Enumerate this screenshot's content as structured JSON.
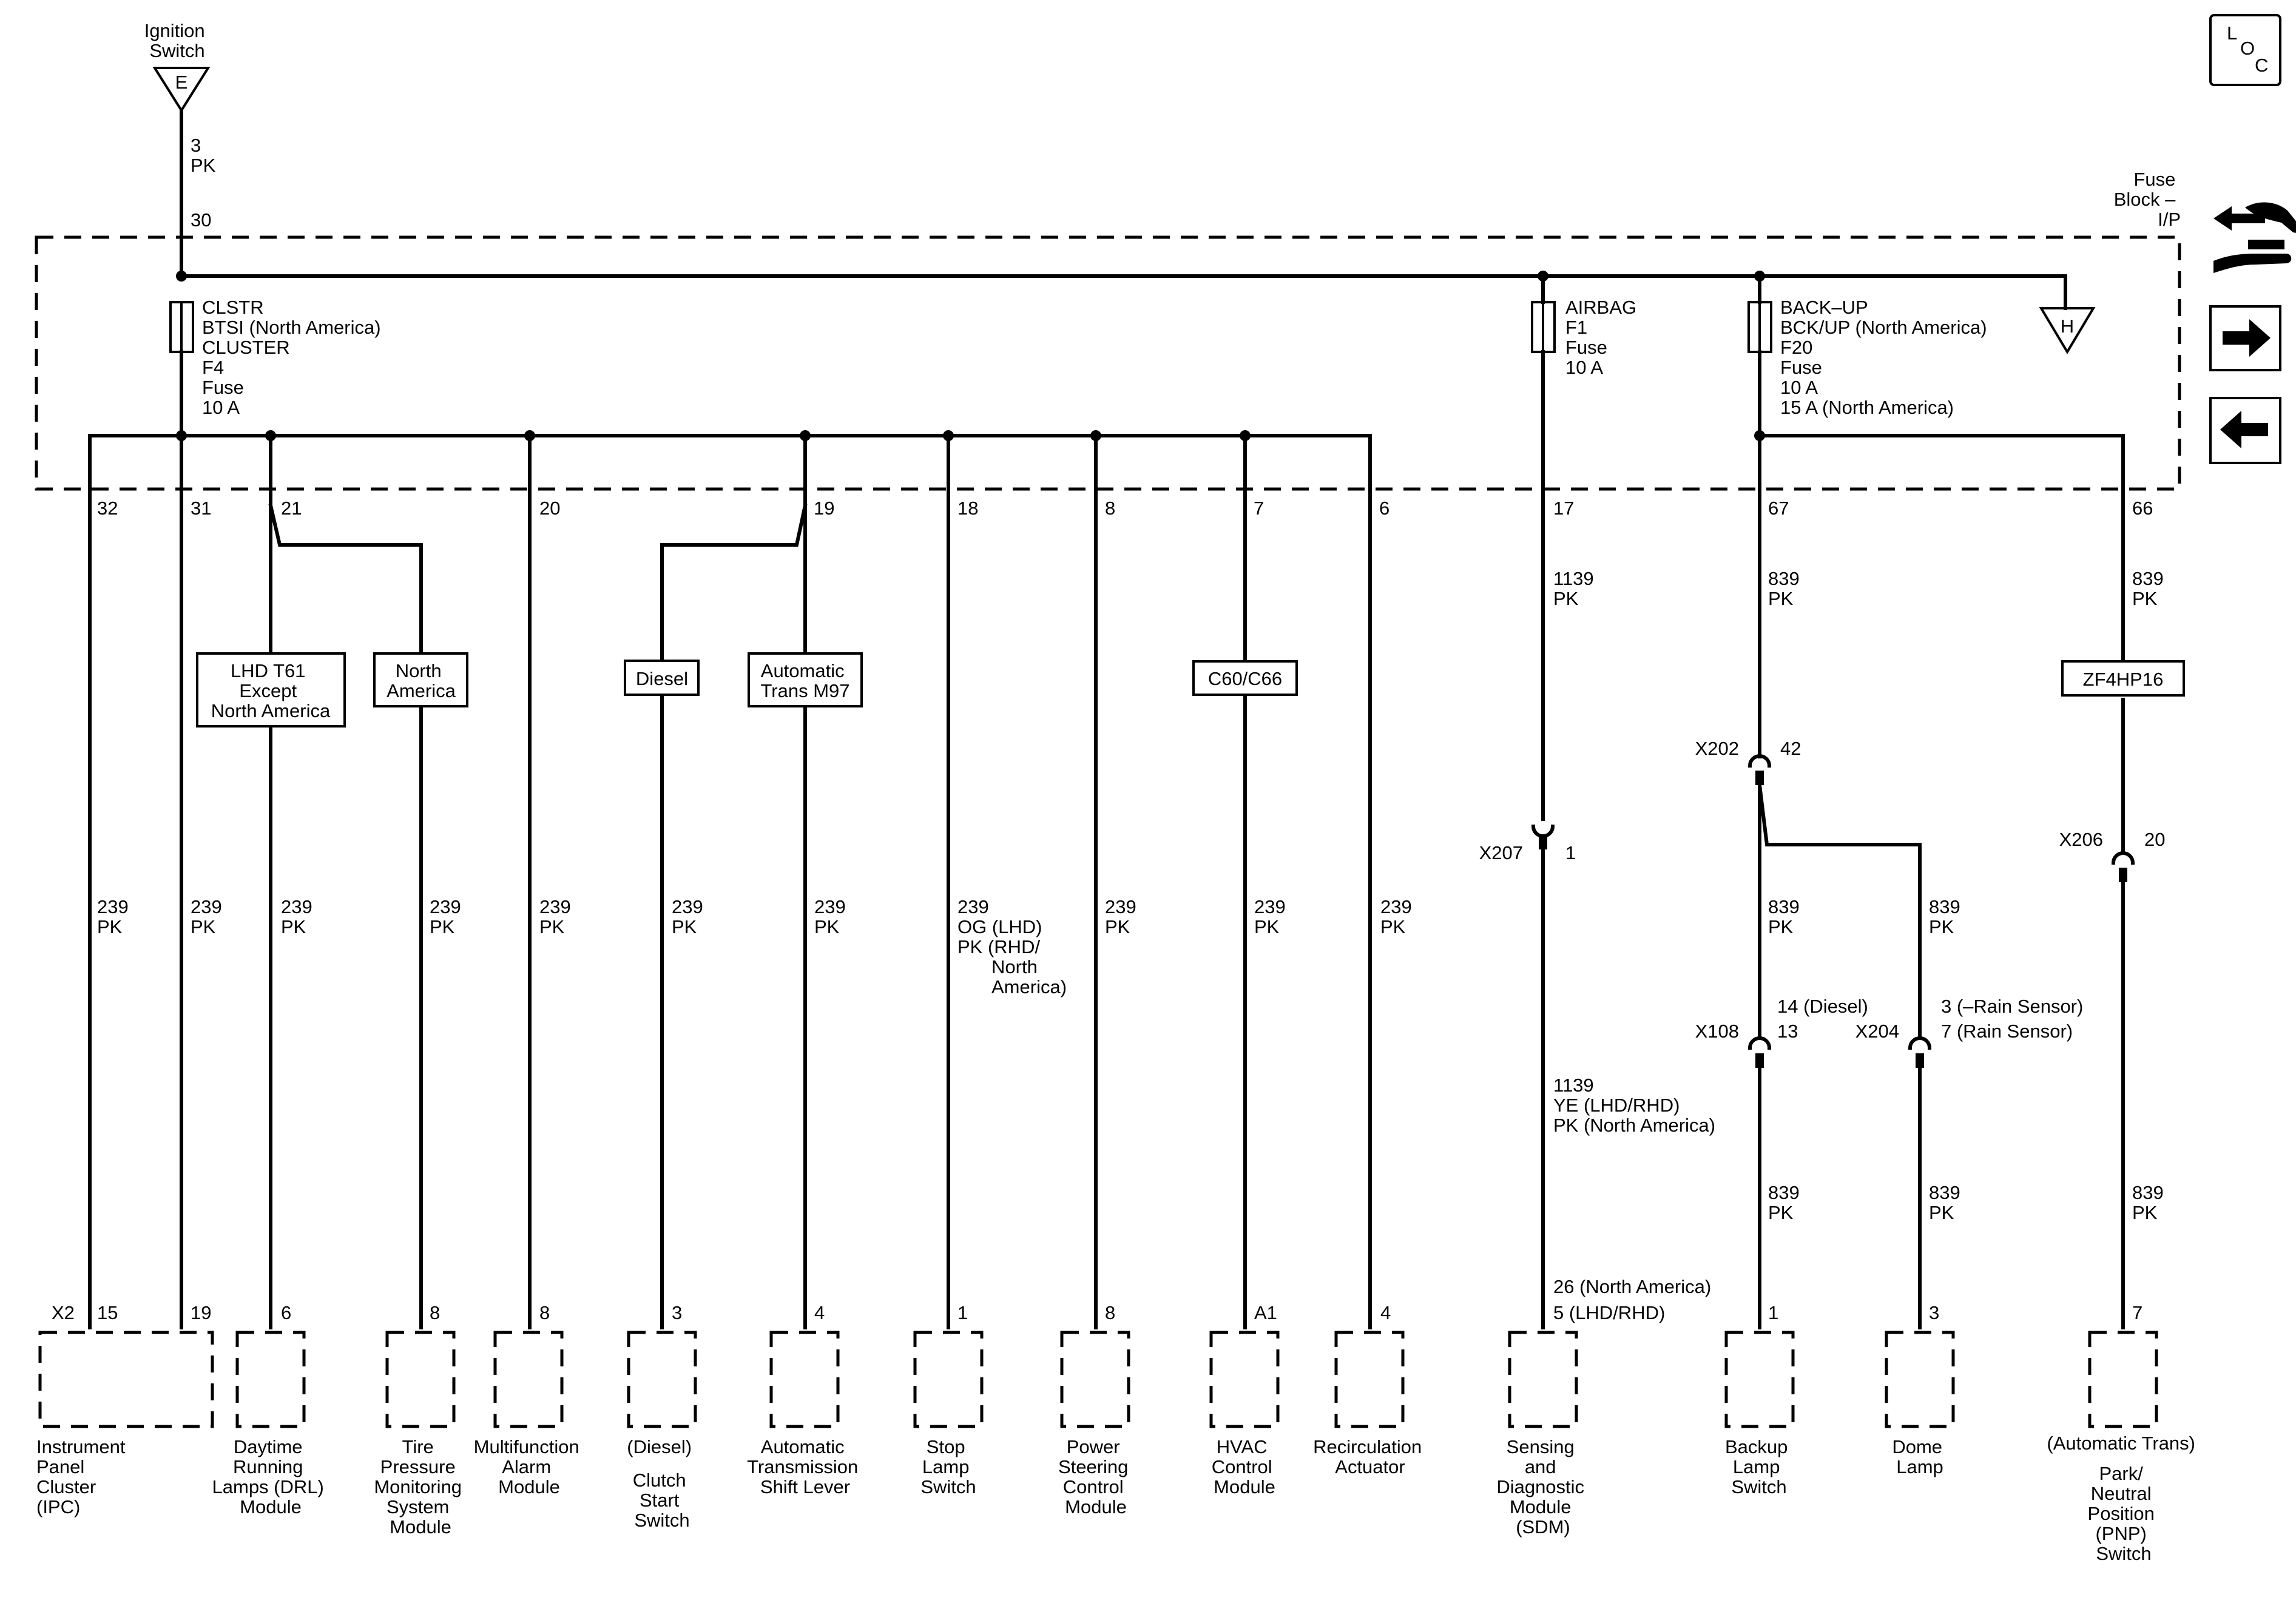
{
  "ignition": {
    "label_lines": [
      "Ignition",
      "Switch"
    ],
    "terminal": "E",
    "wire_num": "3",
    "wire_color": "PK",
    "pin": "30"
  },
  "loc_icon": {
    "letters": [
      "L",
      "O",
      "C"
    ]
  },
  "fuse_block": {
    "label_lines": [
      "Fuse",
      "Block –",
      "I/P"
    ],
    "h_terminal": "H"
  },
  "fuses": [
    {
      "lines": [
        "CLSTR",
        "BTSI (North America)",
        "CLUSTER",
        "F4",
        "Fuse",
        "10 A"
      ]
    },
    {
      "lines": [
        "AIRBAG",
        "F1",
        "Fuse",
        "10 A"
      ]
    },
    {
      "lines": [
        "BACK–UP",
        "BCK/UP (North America)",
        "F20",
        "Fuse",
        "10 A",
        "15 A (North America)"
      ]
    }
  ],
  "pins": [
    "32",
    "31",
    "21",
    "20",
    "19",
    "18",
    "8",
    "7",
    "6",
    "17",
    "67",
    "66"
  ],
  "options": [
    {
      "lines": [
        "LHD T61",
        "Except",
        "North America"
      ]
    },
    {
      "lines": [
        "North",
        "America"
      ]
    },
    {
      "lines": [
        "Diesel"
      ]
    },
    {
      "lines": [
        "Automatic",
        "Trans M97"
      ]
    },
    {
      "lines": [
        "C60/C66"
      ]
    },
    {
      "lines": [
        "ZF4HP16"
      ]
    }
  ],
  "wire_labels": [
    {
      "lines": [
        "239",
        "PK"
      ]
    },
    {
      "lines": [
        "239",
        "PK"
      ]
    },
    {
      "lines": [
        "239",
        "PK"
      ]
    },
    {
      "lines": [
        "239",
        "PK"
      ]
    },
    {
      "lines": [
        "239",
        "PK"
      ]
    },
    {
      "lines": [
        "239",
        "PK"
      ]
    },
    {
      "lines": [
        "239",
        "PK"
      ]
    },
    {
      "lines": [
        "239",
        "OG (LHD)",
        "PK (RHD/",
        "North",
        "America)"
      ]
    },
    {
      "lines": [
        "239",
        "PK"
      ]
    },
    {
      "lines": [
        "239",
        "PK"
      ]
    },
    {
      "lines": [
        "239",
        "PK"
      ]
    },
    {
      "lines": [
        "1139",
        "PK"
      ]
    },
    {
      "lines": [
        "1139",
        "YE (LHD/RHD)",
        "PK (North America)"
      ]
    },
    {
      "lines": [
        "839",
        "PK"
      ]
    },
    {
      "lines": [
        "839",
        "PK"
      ]
    },
    {
      "lines": [
        "839",
        "PK"
      ]
    },
    {
      "lines": [
        "839",
        "PK"
      ]
    },
    {
      "lines": [
        "839",
        "PK"
      ]
    },
    {
      "lines": [
        "839",
        "PK"
      ]
    },
    {
      "lines": [
        "839",
        "PK"
      ]
    }
  ],
  "connectors": [
    {
      "name": "X207",
      "pin": "1"
    },
    {
      "name": "X202",
      "pin": "42"
    },
    {
      "name": "X206",
      "pin": "20"
    },
    {
      "name": "X108",
      "pins": [
        "14 (Diesel)",
        "13"
      ]
    },
    {
      "name": "X204",
      "pins": [
        "3 (–Rain Sensor)",
        "7 (Rain Sensor)"
      ]
    }
  ],
  "components": [
    {
      "pins": [
        "X2",
        "15",
        "19"
      ],
      "name_lines": [
        "Instrument",
        "Panel",
        "Cluster",
        "(IPC)"
      ]
    },
    {
      "pins": [
        "6"
      ],
      "name_lines": [
        "Daytime",
        "Running",
        "Lamps (DRL)",
        "Module"
      ]
    },
    {
      "pins": [
        "8"
      ],
      "name_lines": [
        "Tire",
        "Pressure",
        "Monitoring",
        "System",
        "Module"
      ]
    },
    {
      "pins": [
        "8"
      ],
      "name_lines": [
        "Multifunction",
        "Alarm",
        "Module"
      ]
    },
    {
      "pins": [
        "3"
      ],
      "name_lines": [
        "(Diesel)",
        "Clutch",
        "Start",
        "Switch"
      ]
    },
    {
      "pins": [
        "4"
      ],
      "name_lines": [
        "Automatic",
        "Transmission",
        "Shift Lever"
      ]
    },
    {
      "pins": [
        "1"
      ],
      "name_lines": [
        "Stop",
        "Lamp",
        "Switch"
      ]
    },
    {
      "pins": [
        "8"
      ],
      "name_lines": [
        "Power",
        "Steering",
        "Control",
        "Module"
      ]
    },
    {
      "pins": [
        "A1"
      ],
      "name_lines": [
        "HVAC",
        "Control",
        "Module"
      ]
    },
    {
      "pins": [
        "4"
      ],
      "name_lines": [
        "Recirculation",
        "Actuator"
      ]
    },
    {
      "pins": [
        "26 (North America)",
        "5 (LHD/RHD)"
      ],
      "name_lines": [
        "Sensing",
        "and",
        "Diagnostic",
        "Module",
        "(SDM)"
      ]
    },
    {
      "pins": [
        "1"
      ],
      "name_lines": [
        "Backup",
        "Lamp",
        "Switch"
      ]
    },
    {
      "pins": [
        "3"
      ],
      "name_lines": [
        "Dome",
        "Lamp"
      ]
    },
    {
      "pins": [
        "7"
      ],
      "name_lines": [
        "(Automatic Trans)",
        "Park/",
        "Neutral",
        "Position",
        "(PNP)",
        "Switch"
      ]
    }
  ]
}
